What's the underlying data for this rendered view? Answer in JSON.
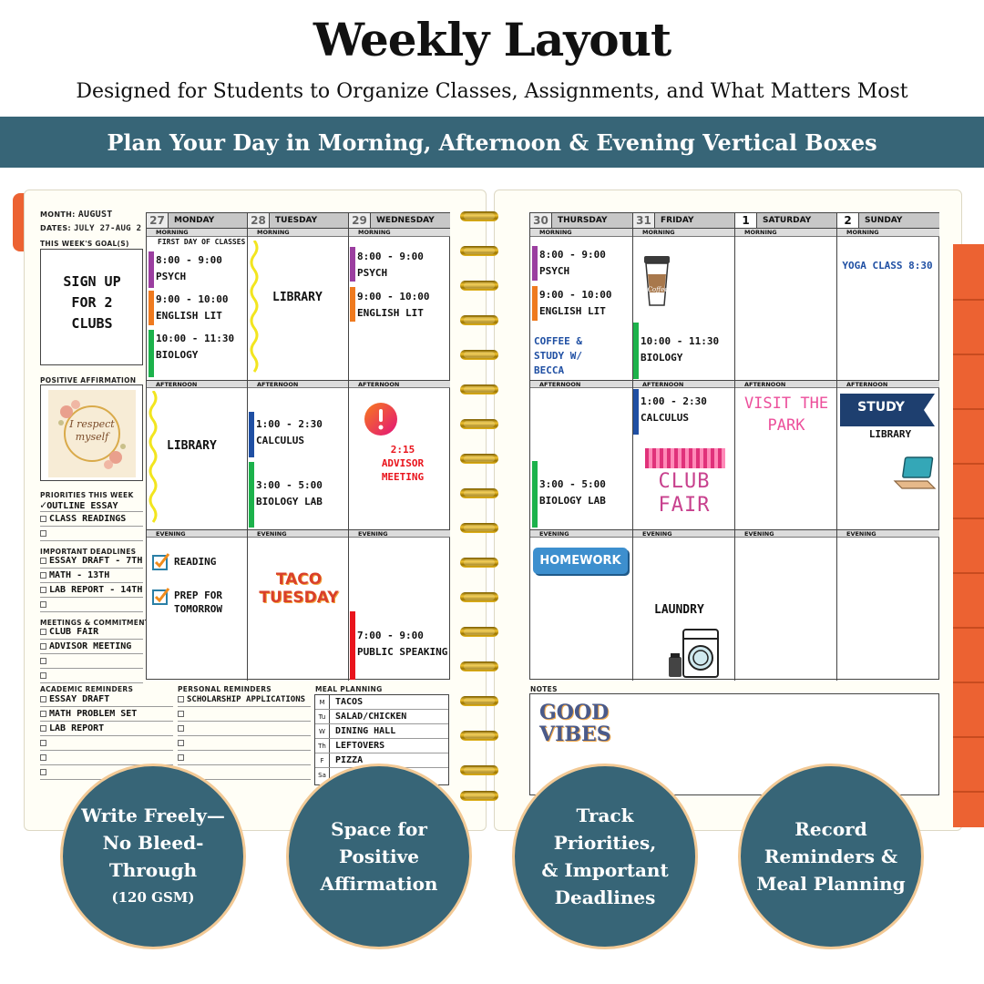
{
  "header": {
    "title": "Weekly Layout",
    "subtitle": "Designed for Students to Organize Classes, Assignments, and What Matters Most",
    "banner": "Plan Your Day in Morning, Afternoon & Evening Vertical Boxes"
  },
  "sidebar": {
    "month_label": "MONTH:",
    "month_value": "AUGUST",
    "dates_label": "DATES:",
    "dates_value": "JULY 27-AUG 2",
    "goals_label": "THIS WEEK'S GOAL(S)",
    "goals_text": "SIGN UP FOR 2 CLUBS",
    "affirmation_label": "POSITIVE AFFIRMATION",
    "affirmation_text": "I respect myself",
    "priorities_label": "PRIORITIES THIS WEEK",
    "priorities": [
      "OUTLINE ESSAY",
      "CLASS READINGS"
    ],
    "deadlines_label": "IMPORTANT DEADLINES",
    "deadlines": [
      "ESSAY DRAFT - 7TH",
      "MATH - 13TH",
      "LAB REPORT - 14TH"
    ],
    "meetings_label": "MEETINGS & COMMITMENTS",
    "meetings": [
      "CLUB FAIR",
      "ADVISOR MEETING"
    ]
  },
  "bands": {
    "morning": "MORNING",
    "afternoon": "AFTERNOON",
    "evening": "EVENING"
  },
  "days_left": [
    {
      "num": "27",
      "name": "MONDAY"
    },
    {
      "num": "28",
      "name": "TUESDAY"
    },
    {
      "num": "29",
      "name": "WEDNESDAY"
    }
  ],
  "days_right": [
    {
      "num": "30",
      "name": "THURSDAY"
    },
    {
      "num": "31",
      "name": "FRIDAY"
    },
    {
      "num": "1",
      "name": "SATURDAY"
    },
    {
      "num": "2",
      "name": "SUNDAY"
    }
  ],
  "monday": {
    "note": "FIRST DAY OF CLASSES",
    "m1_time": "8:00 - 9:00",
    "m1_class": "PSYCH",
    "m2_time": "9:00 - 10:00",
    "m2_class": "ENGLISH LIT",
    "m3_time": "10:00 - 11:30",
    "m3_class": "BIOLOGY",
    "afternoon": "LIBRARY",
    "e1": "READING",
    "e2": "PREP FOR TOMORROW"
  },
  "tuesday": {
    "morning": "LIBRARY",
    "a1_time": "1:00 - 2:30",
    "a1_class": "CALCULUS",
    "a2_time": "3:00 - 5:00",
    "a2_class": "BIOLOGY LAB",
    "sticker": "TACO TUESDAY"
  },
  "wednesday": {
    "m1_time": "8:00 - 9:00",
    "m1_class": "PSYCH",
    "m2_time": "9:00 - 10:00",
    "m2_class": "ENGLISH LIT",
    "a_time": "2:15",
    "a_text": "ADVISOR MEETING",
    "e_time": "7:00 - 9:00",
    "e_text": "PUBLIC SPEAKING"
  },
  "thursday": {
    "m1_time": "8:00 - 9:00",
    "m1_class": "PSYCH",
    "m2_time": "9:00 - 10:00",
    "m2_class": "ENGLISH LIT",
    "m_note": "COFFEE & STUDY W/ BECCA",
    "a_time": "3:00 - 5:00",
    "a_class": "BIOLOGY LAB",
    "e_sticker": "HOMEWORK"
  },
  "friday": {
    "coffee_label": "Coffee",
    "m_time": "10:00 - 11:30",
    "m_class": "BIOLOGY",
    "a_time": "1:00 - 2:30",
    "a_class": "CALCULUS",
    "sticker": "CLUB FAIR",
    "e_text": "LAUNDRY"
  },
  "saturday": {
    "afternoon": "VISIT THE PARK"
  },
  "sunday": {
    "morning": "YOGA CLASS 8:30",
    "banner": "STUDY",
    "afternoon": "LIBRARY"
  },
  "bottom": {
    "academic_label": "ACADEMIC REMINDERS",
    "academic": [
      "ESSAY DRAFT",
      "MATH PROBLEM SET",
      "LAB REPORT"
    ],
    "personal_label": "PERSONAL REMINDERS",
    "personal": [
      "SCHOLARSHIP APPLICATIONS"
    ],
    "meal_label": "MEAL PLANNING",
    "meals": [
      {
        "day": "M",
        "meal": "TACOS"
      },
      {
        "day": "Tu",
        "meal": "SALAD/CHICKEN"
      },
      {
        "day": "W",
        "meal": "DINING HALL"
      },
      {
        "day": "Th",
        "meal": "LEFTOVERS"
      },
      {
        "day": "F",
        "meal": "PIZZA"
      },
      {
        "day": "Sa",
        "meal": ""
      }
    ],
    "notes_label": "NOTES",
    "notes_sticker": "GOOD VIBES"
  },
  "features": [
    {
      "line1": "Write Freely—",
      "line2": "No Bleed-Through",
      "line3": "(120 GSM)"
    },
    {
      "line1": "Space for",
      "line2": "Positive",
      "line3": "Affirmation"
    },
    {
      "line1": "Track Priorities,",
      "line2": "& Important",
      "line3": "Deadlines"
    },
    {
      "line1": "Record",
      "line2": "Reminders &",
      "line3": "Meal Planning"
    }
  ],
  "colors": {
    "banner": "#376577",
    "tab": "#ec6232",
    "purple": "#9b3ea0",
    "orange": "#ef7a1f",
    "green": "#1cb24b",
    "blue": "#1f4fa3",
    "red": "#e9141c",
    "yellow": "#f2e51f"
  }
}
